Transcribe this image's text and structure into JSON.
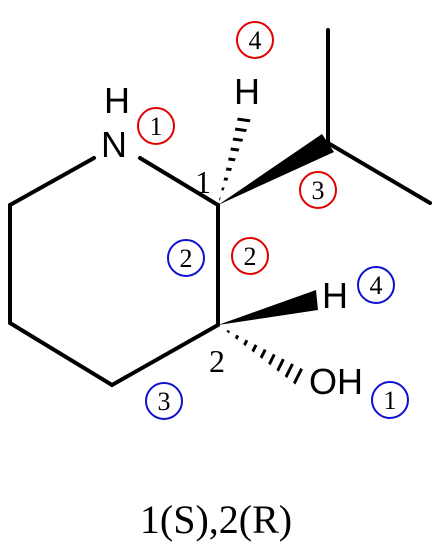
{
  "atoms": {
    "n_label": "N",
    "nh_label": "H",
    "h_top_label": "H",
    "h_right_label": "H",
    "oh_label": "OH"
  },
  "stereocenters": {
    "c1_label": "1",
    "c2_label": "2"
  },
  "priorities": {
    "red": [
      "1",
      "2",
      "3",
      "4"
    ],
    "blue": [
      "1",
      "2",
      "3",
      "4"
    ]
  },
  "colors": {
    "red": "#e00000",
    "blue": "#1010d0",
    "bond": "#000000"
  },
  "caption": "1(S),2(R)"
}
